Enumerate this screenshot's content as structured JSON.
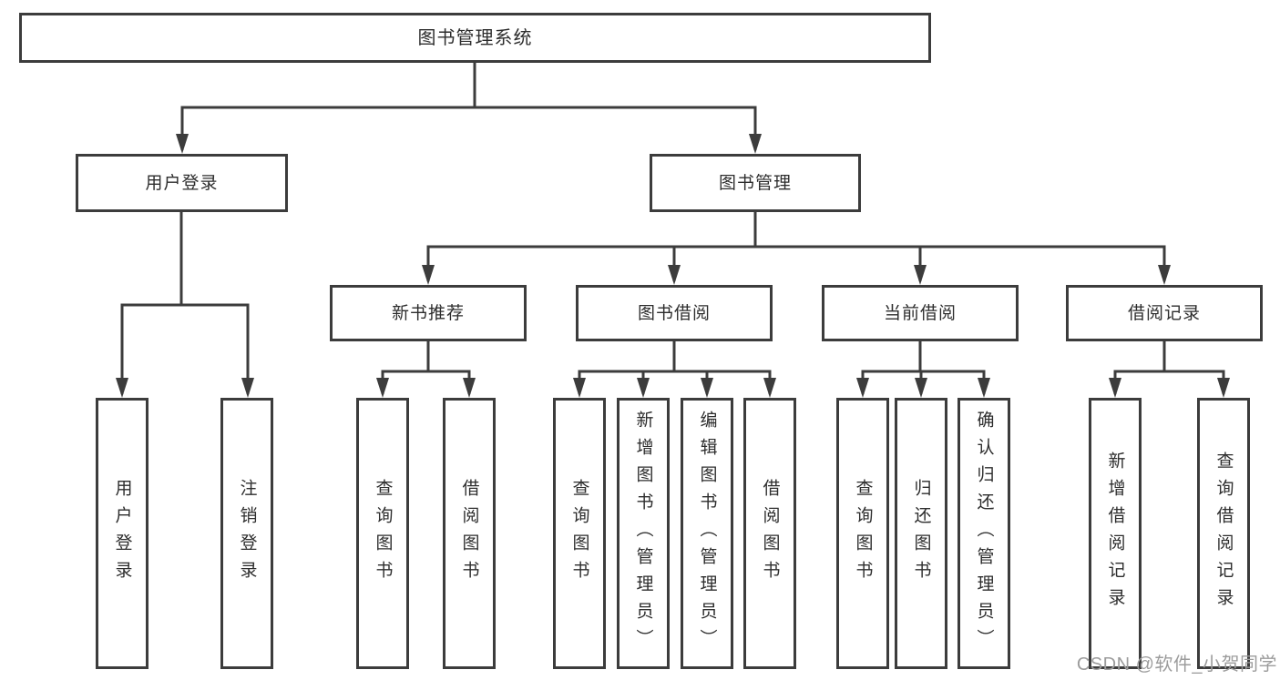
{
  "colors": {
    "line": "#3c3c3c",
    "box_border": "#3c3c3c",
    "text": "#2d2d2d",
    "background": "#ffffff",
    "watermark": "#9c9c9c"
  },
  "watermark": {
    "text": "CSDN @软件_小贺同学"
  },
  "tree": {
    "root": {
      "label": "图书管理系统"
    },
    "children": [
      {
        "label": "用户登录",
        "children": [
          {
            "label": "用户登录"
          },
          {
            "label": "注销登录"
          }
        ]
      },
      {
        "label": "图书管理",
        "children": [
          {
            "label": "新书推荐",
            "children": [
              {
                "label": "查询图书"
              },
              {
                "label": "借阅图书"
              }
            ]
          },
          {
            "label": "图书借阅",
            "children": [
              {
                "label": "查询图书"
              },
              {
                "label": "新增图书（管理员）"
              },
              {
                "label": "编辑图书（管理员）"
              },
              {
                "label": "借阅图书"
              }
            ]
          },
          {
            "label": "当前借阅",
            "children": [
              {
                "label": "查询图书"
              },
              {
                "label": "归还图书"
              },
              {
                "label": "确认归还（管理员）"
              }
            ]
          },
          {
            "label": "借阅记录",
            "children": [
              {
                "label": "新增借阅记录"
              },
              {
                "label": "查询借阅记录"
              }
            ]
          }
        ]
      }
    ]
  }
}
